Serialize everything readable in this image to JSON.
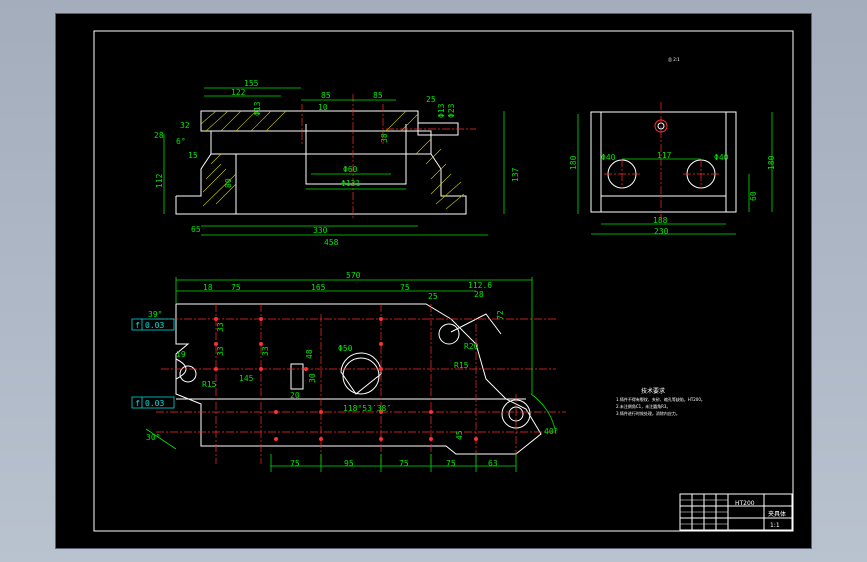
{
  "drawing": {
    "view_label": "总 2:1",
    "front_dims": {
      "d155": "155",
      "d122": "122",
      "d85a": "85",
      "d85b": "85",
      "d25": "25",
      "d10": "10",
      "dphi13a": "Φ13",
      "dphi13b": "Φ13",
      "dphi23": "Φ23",
      "d28": "28",
      "d32": "32",
      "d6": "6°",
      "d15": "15",
      "d112": "112",
      "d80": "80",
      "d38": "38",
      "dphi60": "Φ60",
      "dphi131": "Φ131",
      "d137": "137",
      "d65": "65",
      "d330": "330",
      "d458": "458"
    },
    "side_dims": {
      "d180a": "180",
      "d180b": "180",
      "dphi40a": "Φ40",
      "dphi40b": "Φ40",
      "d117": "117",
      "d60": "60",
      "d188": "188",
      "d230": "230"
    },
    "plan_dims": {
      "d570": "570",
      "d18": "18",
      "d75a": "75",
      "d165": "165",
      "d75b": "75",
      "d112_6": "112.6",
      "d25": "25",
      "d28": "28",
      "d72": "72",
      "d39": "39°",
      "d33a": "33",
      "d33b": "33",
      "d33c": "33",
      "d48": "48",
      "dphi50": "Φ50",
      "dr20": "R20",
      "d19": "19",
      "d145": "145",
      "dr15a": "R15",
      "dr15b": "R15",
      "d30": "30",
      "d20": "20",
      "d118": "118°53′38″",
      "d45": "45",
      "d30deg": "30°",
      "d40deg": "40°",
      "b75a": "75",
      "b95": "95",
      "b75b": "75",
      "b75c": "75",
      "b63": "63",
      "gdt1": "0.03",
      "gdt2": "0.03",
      "gdt_sym": "f"
    },
    "notes": {
      "heading": "技术要求",
      "line1": "1.铸件不得有裂纹、夹砂、缩孔等缺陷，HT200。",
      "line2": "2.未注倒角C1，未注圆角R3。",
      "line3": "3.铸件进行时效处理，消除内应力。"
    },
    "title_block": {
      "material": "HT200",
      "part_name": "夹具体",
      "scale": "1:1"
    }
  }
}
